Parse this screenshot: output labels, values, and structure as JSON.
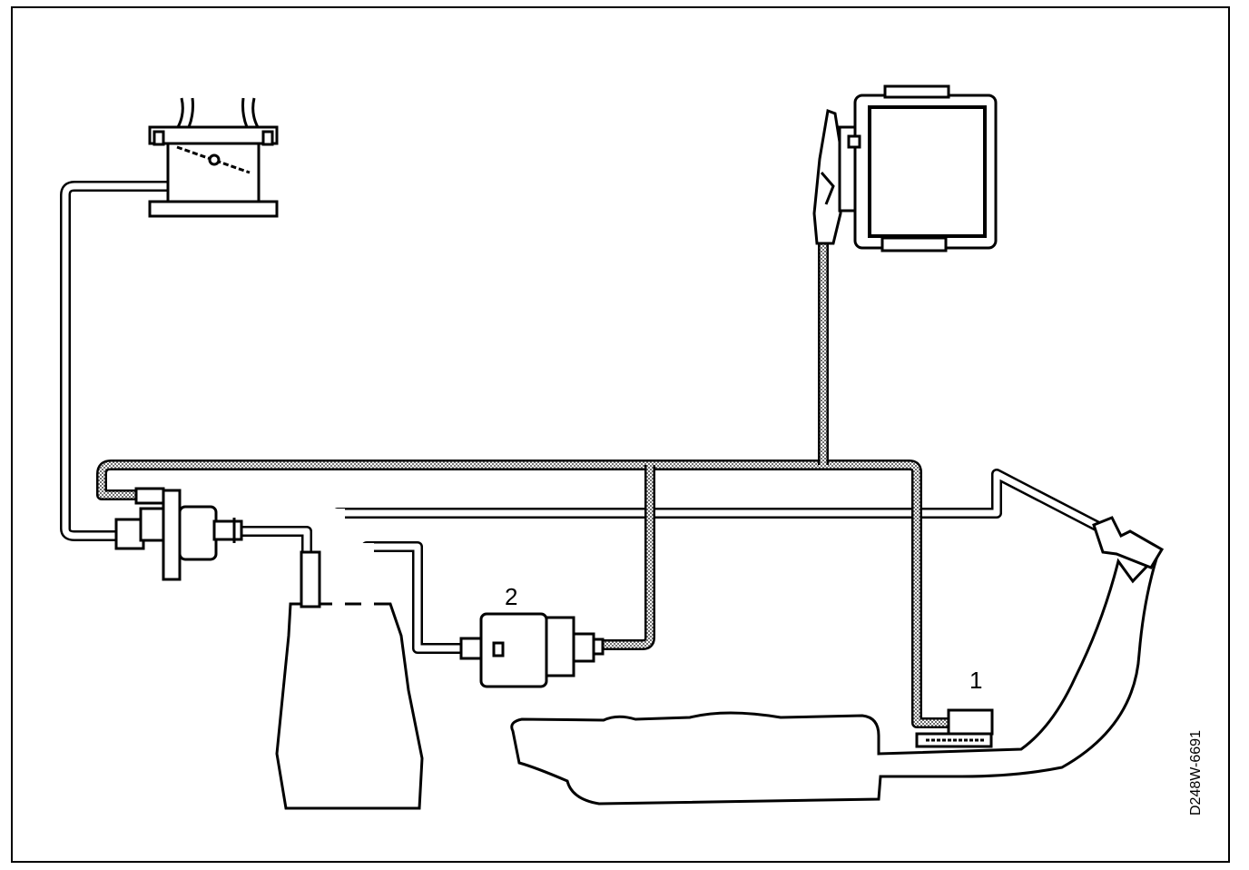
{
  "diagram": {
    "labels": {
      "component_1": "1",
      "component_2": "2"
    },
    "reference_code": "D248W-6691",
    "colors": {
      "line": "#000000",
      "background": "#ffffff",
      "hatch": "#7a7a7a"
    }
  }
}
